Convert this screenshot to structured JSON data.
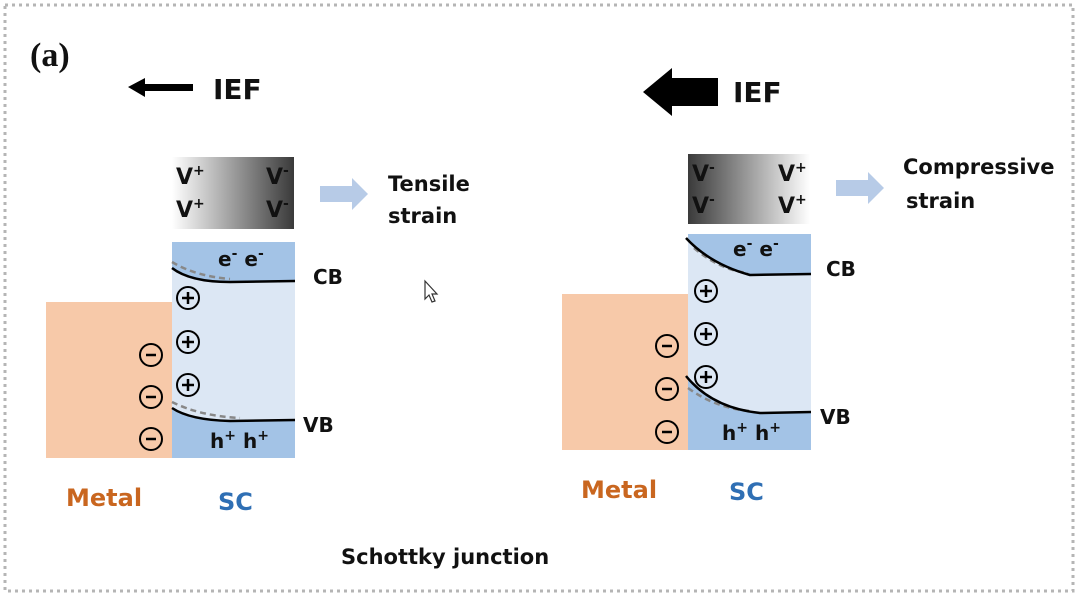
{
  "panel_label": "(a)",
  "caption": "Schottky junction",
  "left": {
    "ief_label": "IEF",
    "vacancy_top_left": "V",
    "vacancy_top_left_sup": "+",
    "vacancy_bottom_left": "V",
    "vacancy_bottom_left_sup": "+",
    "vacancy_top_right": "V",
    "vacancy_top_right_sup": "-",
    "vacancy_bottom_right": "V",
    "vacancy_bottom_right_sup": "-",
    "strain_line1": "Tensile",
    "strain_line2": "strain",
    "electrons": "e",
    "electron_sup": "-",
    "holes": "h",
    "hole_sup": "+",
    "cb_label": "CB",
    "vb_label": "VB",
    "metal_label": "Metal",
    "sc_label": "SC",
    "plus_count": 3,
    "minus_count": 3
  },
  "right": {
    "ief_label": "IEF",
    "vacancy_top_left": "V",
    "vacancy_top_left_sup": "-",
    "vacancy_bottom_left": "V",
    "vacancy_bottom_left_sup": "-",
    "vacancy_top_right": "V",
    "vacancy_top_right_sup": "+",
    "vacancy_bottom_right": "V",
    "vacancy_bottom_right_sup": "+",
    "strain_line1": "Compressive",
    "strain_line2": "strain",
    "electrons": "e",
    "electron_sup": "-",
    "holes": "h",
    "hole_sup": "+",
    "cb_label": "CB",
    "vb_label": "VB",
    "metal_label": "Metal",
    "sc_label": "SC",
    "plus_count": 3,
    "minus_count": 3
  },
  "colors": {
    "metal": "#f7c9a9",
    "sc": "#dce7f4",
    "band_region": "#a3c3e6",
    "strain_arrow": "#b7cbe7",
    "metal_text": "#c9661f",
    "sc_text": "#2f6fb4",
    "frame": "#b5b5b5"
  }
}
